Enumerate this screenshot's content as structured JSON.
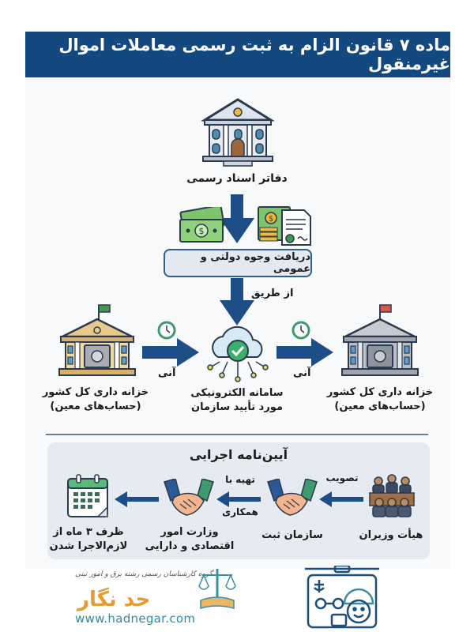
{
  "header": {
    "title": "ماده ۷ قانون الزام به ثبت رسمی معاملات اموال غیرمنقول"
  },
  "flow": {
    "notary": {
      "label": "دفاتر اسناد رسمی",
      "icon": "notary-office-building-icon"
    },
    "receipt_box": {
      "label": "دریافت وجوه دولتی و عمومی"
    },
    "via_label": "از طریق",
    "system": {
      "line1": "سامانه الکترونیکی",
      "line2": "مورد تأیید سازمان",
      "icon": "cloud-check-network-icon"
    },
    "treasury_left": {
      "line1": "خزانه داری کل کشور",
      "line2": "(حساب‌های معین)",
      "flag_color": "#3f9a4e"
    },
    "treasury_right": {
      "line1": "خزانه داری کل کشور",
      "line2": "(حساب‌های معین)",
      "flag_color": "#e05545"
    },
    "instant_left": "آنی",
    "instant_right": "آنی"
  },
  "regulation": {
    "title": "آیین‌نامه اجرایی",
    "steps": [
      {
        "label_lines": [
          "هیأت وزیران"
        ],
        "icon": "cabinet-ministers-icon"
      },
      {
        "label_lines": [
          "سازمان ثبت"
        ],
        "icon": "handshake-icon"
      },
      {
        "label_lines": [
          "وزارت امور",
          "اقتصادی و دارایی"
        ],
        "icon": "handshake-icon"
      },
      {
        "label_lines": [
          "ظرف ۳ ماه از",
          "لازم‌الاجرا شدن"
        ],
        "icon": "calendar-icon"
      }
    ],
    "arrow_labels": {
      "approve": "تصویب",
      "prepare_line1": "تهیه با",
      "prepare_line2": "همکاری"
    }
  },
  "footer": {
    "tagline": "گروه کارشناسان رسمی رشته برق و امور ثبتی",
    "brand": "حد نگار",
    "url": "www.hadnegar.com"
  },
  "colors": {
    "primary": "#14497f",
    "card_bg": "#e6ebf1",
    "green": "#2e9a58",
    "gold": "#e6c27a"
  }
}
